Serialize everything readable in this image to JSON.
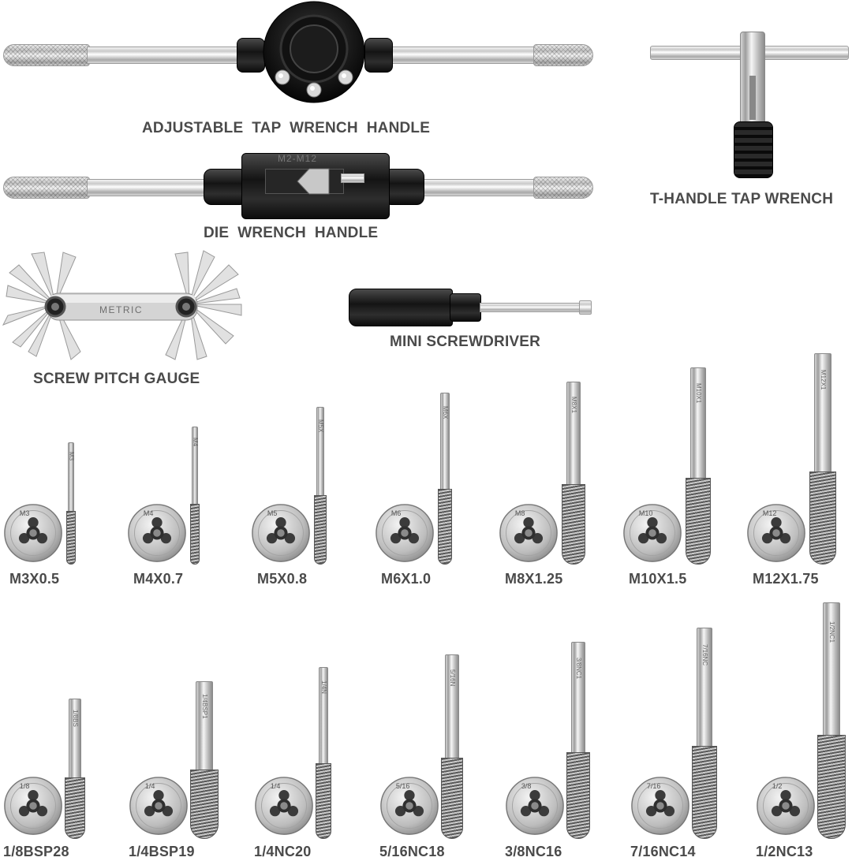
{
  "labels": {
    "adjustable_tap_wrench_handle": "ADJUSTABLE  TAP  WRENCH  HANDLE",
    "die_wrench_handle": "DIE  WRENCH  HANDLE",
    "t_handle_tap_wrench": "T-HANDLE TAP WRENCH",
    "mini_screwdriver": "MINI SCREWDRIVER",
    "screw_pitch_gauge": "SCREW PITCH GAUGE"
  },
  "engraving": {
    "die_wrench": "M2-M12",
    "pitch_gauge": "METRIC"
  },
  "metric_sizes": [
    {
      "label": "M3X0.5",
      "die_mark": "M3",
      "tap_mark": "M3"
    },
    {
      "label": "M4X0.7",
      "die_mark": "M4",
      "tap_mark": "M4"
    },
    {
      "label": "M5X0.8",
      "die_mark": "M5",
      "tap_mark": "M5X"
    },
    {
      "label": "M6X1.0",
      "die_mark": "M6",
      "tap_mark": "M6X"
    },
    {
      "label": "M8X1.25",
      "die_mark": "M8",
      "tap_mark": "M8X1"
    },
    {
      "label": "M10X1.5",
      "die_mark": "M10",
      "tap_mark": "M10X1"
    },
    {
      "label": "M12X1.75",
      "die_mark": "M12",
      "tap_mark": "M12X1"
    }
  ],
  "imperial_sizes": [
    {
      "label": "1/8BSP28",
      "die_mark": "1/8",
      "tap_mark": "1/8BS"
    },
    {
      "label": "1/4BSP19",
      "die_mark": "1/4",
      "tap_mark": "1/4BSP1"
    },
    {
      "label": "1/4NC20",
      "die_mark": "1/4",
      "tap_mark": "1/4N"
    },
    {
      "label": "5/16NC18",
      "die_mark": "5/16",
      "tap_mark": "5/16N"
    },
    {
      "label": "3/8NC16",
      "die_mark": "3/8",
      "tap_mark": "3/8NC1"
    },
    {
      "label": "7/16NC14",
      "die_mark": "7/16",
      "tap_mark": "7/16NC"
    },
    {
      "label": "1/2NC13",
      "die_mark": "1/2",
      "tap_mark": "1/2NC1"
    }
  ]
}
